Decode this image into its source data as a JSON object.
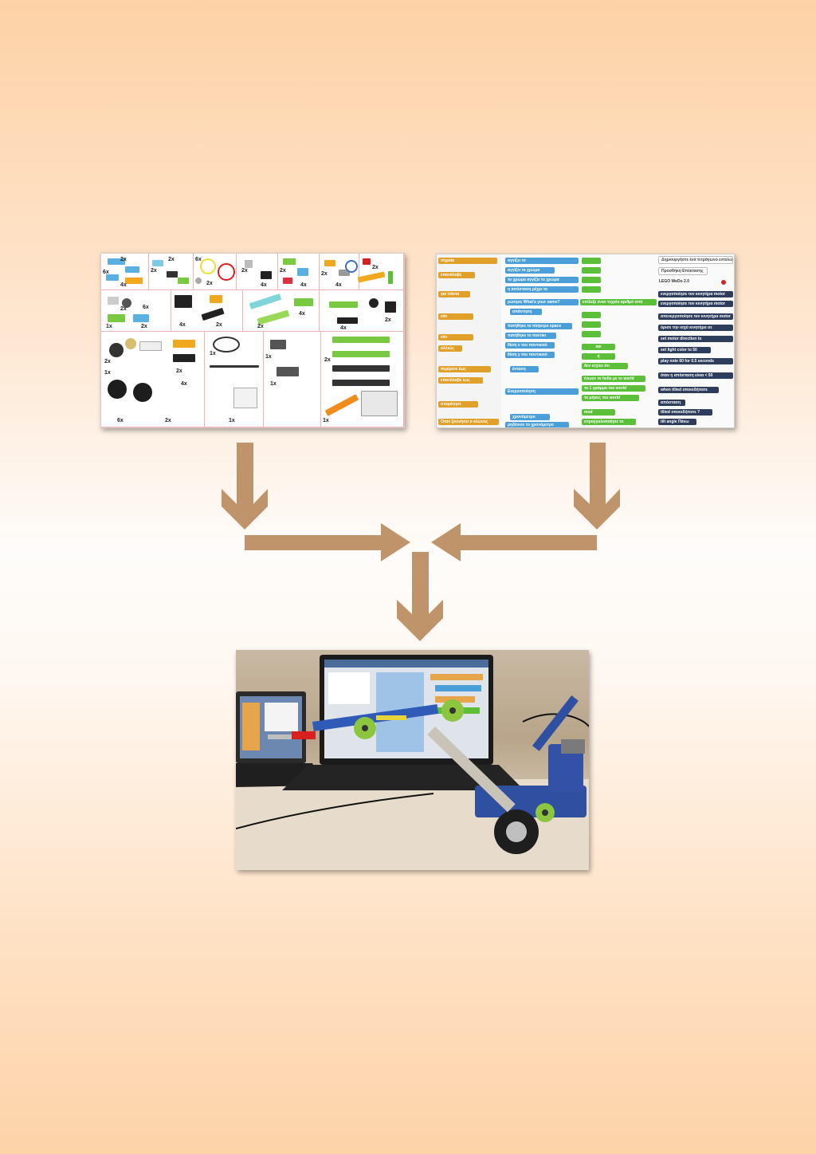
{
  "colors": {
    "arrow": "#c0946a",
    "background_top": "#fdd2a6",
    "background_middle": "#fefcfa",
    "background_bottom": "#fdd3a8"
  },
  "parts_sheet": {
    "quantities": [
      "6x",
      "2x",
      "4x",
      "2x",
      "2x",
      "6x",
      "2x",
      "2x",
      "4x",
      "2x",
      "4x",
      "2x",
      "4x",
      "2x",
      "2x",
      "1x",
      "2x",
      "4x",
      "2x",
      "6x",
      "2x",
      "4x",
      "4x",
      "2x",
      "2x",
      "1x",
      "1x",
      "2x",
      "1x",
      "4x",
      "1x",
      "2x",
      "6x",
      "2x",
      "1x",
      "1x"
    ]
  },
  "block_palette": {
    "events": [
      "σημαία",
      "επανάλαβε",
      "για πάντα",
      "εάν",
      "εάν",
      "αλλιώς",
      "περίμενε έως",
      "επανάλαβε έως",
      "σταμάτησε",
      "Όταν ξεκινήσει ο κλώνος"
    ],
    "sensing": [
      "αγγίζει το",
      "αγγίζει το χρώμα",
      "το χρώμα αγγίζει το χρώμα",
      "η απόσταση μέχρι το",
      "ρώτησε What's your name?",
      "απάντηση",
      "πατήθηκε το πλήκτρο space",
      "πατήθηκε το ποντίκι",
      "θέση x του ποντικιού",
      "θέση y του ποντικιού",
      "ένταση",
      "Ενεργοποίηση",
      "χρονόμετρο",
      "μηδένισε το χρονόμετρο"
    ],
    "operators": [
      "επίλεξε έναν τυχαίο αριθμό από",
      "και",
      "ή",
      "δεν ισχύει ότι",
      "ένωσε το hello με το world",
      "το 1 γράμμα του world",
      "το μήκος του world",
      "mod",
      "στρογγυλοποίησε το"
    ],
    "extension_header": [
      "Δημιουργήστε ένα τετράγωνο εντολών",
      "Προσθήκη Επέκτασης",
      "LEGO WeDo 2.0"
    ],
    "wedo": [
      "ενεργοποίησε τον κινητήρα motor",
      "ενεργοποίησε τον κινητήρα motor",
      "απενεργοποίησε τον κινητήρα motor",
      "όρισε την ισχύ κινητήρα σε",
      "set motor direction to",
      "set light color to 50",
      "play note 60 for 0.5 seconds",
      "όταν η απόσταση είναι < 50",
      "when tilted οποιοδήποτε",
      "απόσταση",
      "tilted οποιοδήποτε ?",
      "tilt angle Πάνω"
    ]
  }
}
